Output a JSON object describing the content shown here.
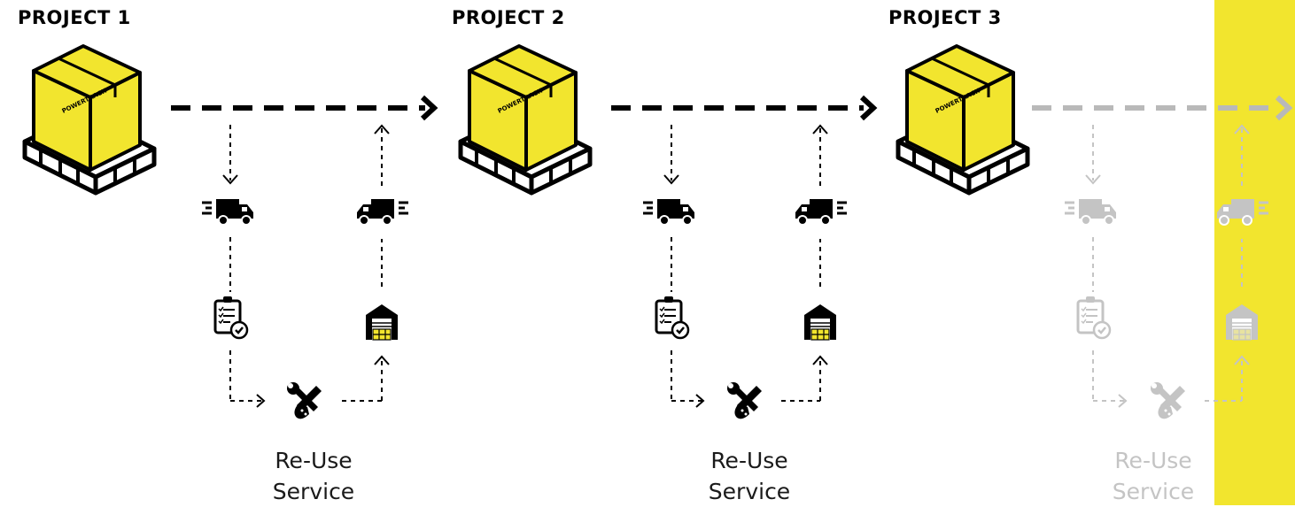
{
  "projects": [
    {
      "title": "PROJECT 1",
      "crate_label": "POWERTRACK",
      "state": "active",
      "service": {
        "line1": "Re-Use",
        "line2": "Service"
      }
    },
    {
      "title": "PROJECT 2",
      "crate_label": "POWERTRACK",
      "state": "active",
      "service": {
        "line1": "Re-Use",
        "line2": "Service"
      }
    },
    {
      "title": "PROJECT 3",
      "crate_label": "POWERTRACK",
      "state": "faded",
      "service": {
        "line1": "Re-Use",
        "line2": "Service"
      }
    }
  ],
  "cycle_icons": [
    "truck-icon",
    "checklist-icon",
    "repair-tools-icon",
    "warehouse-icon",
    "truck-icon"
  ],
  "colors": {
    "crate_yellow": "#f2e52e",
    "ink": "#000000",
    "faded_ink": "#c4c4c4",
    "highlight_band": "#f2e52e"
  }
}
